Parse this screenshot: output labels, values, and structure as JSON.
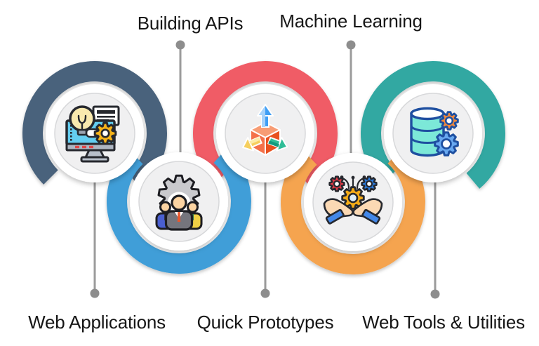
{
  "canvas": {
    "background": "#ffffff"
  },
  "connectors": {
    "line_color": "#9b9b9b",
    "dot_color": "#8d8d8d"
  },
  "labels_color": "#161616",
  "items": [
    {
      "label": "Web Applications",
      "row": "top",
      "label_side": "bottom",
      "ring_color": "#4a627b",
      "icon": "monitor-bulb-gear-icon"
    },
    {
      "label": "Building APIs",
      "row": "bottom",
      "label_side": "top",
      "ring_color": "#3f9ed8",
      "icon": "team-gear-icon"
    },
    {
      "label": "Quick Prototypes",
      "row": "top",
      "label_side": "bottom",
      "ring_color": "#f05c66",
      "icon": "cube-arrows-icon"
    },
    {
      "label": "Machine Learning",
      "row": "bottom",
      "label_side": "top",
      "ring_color": "#f5a44f",
      "icon": "hands-gears-icon"
    },
    {
      "label": "Web Tools & Utilities",
      "row": "top",
      "label_side": "bottom",
      "ring_color": "#30a8a2",
      "icon": "database-gears-icon"
    }
  ]
}
